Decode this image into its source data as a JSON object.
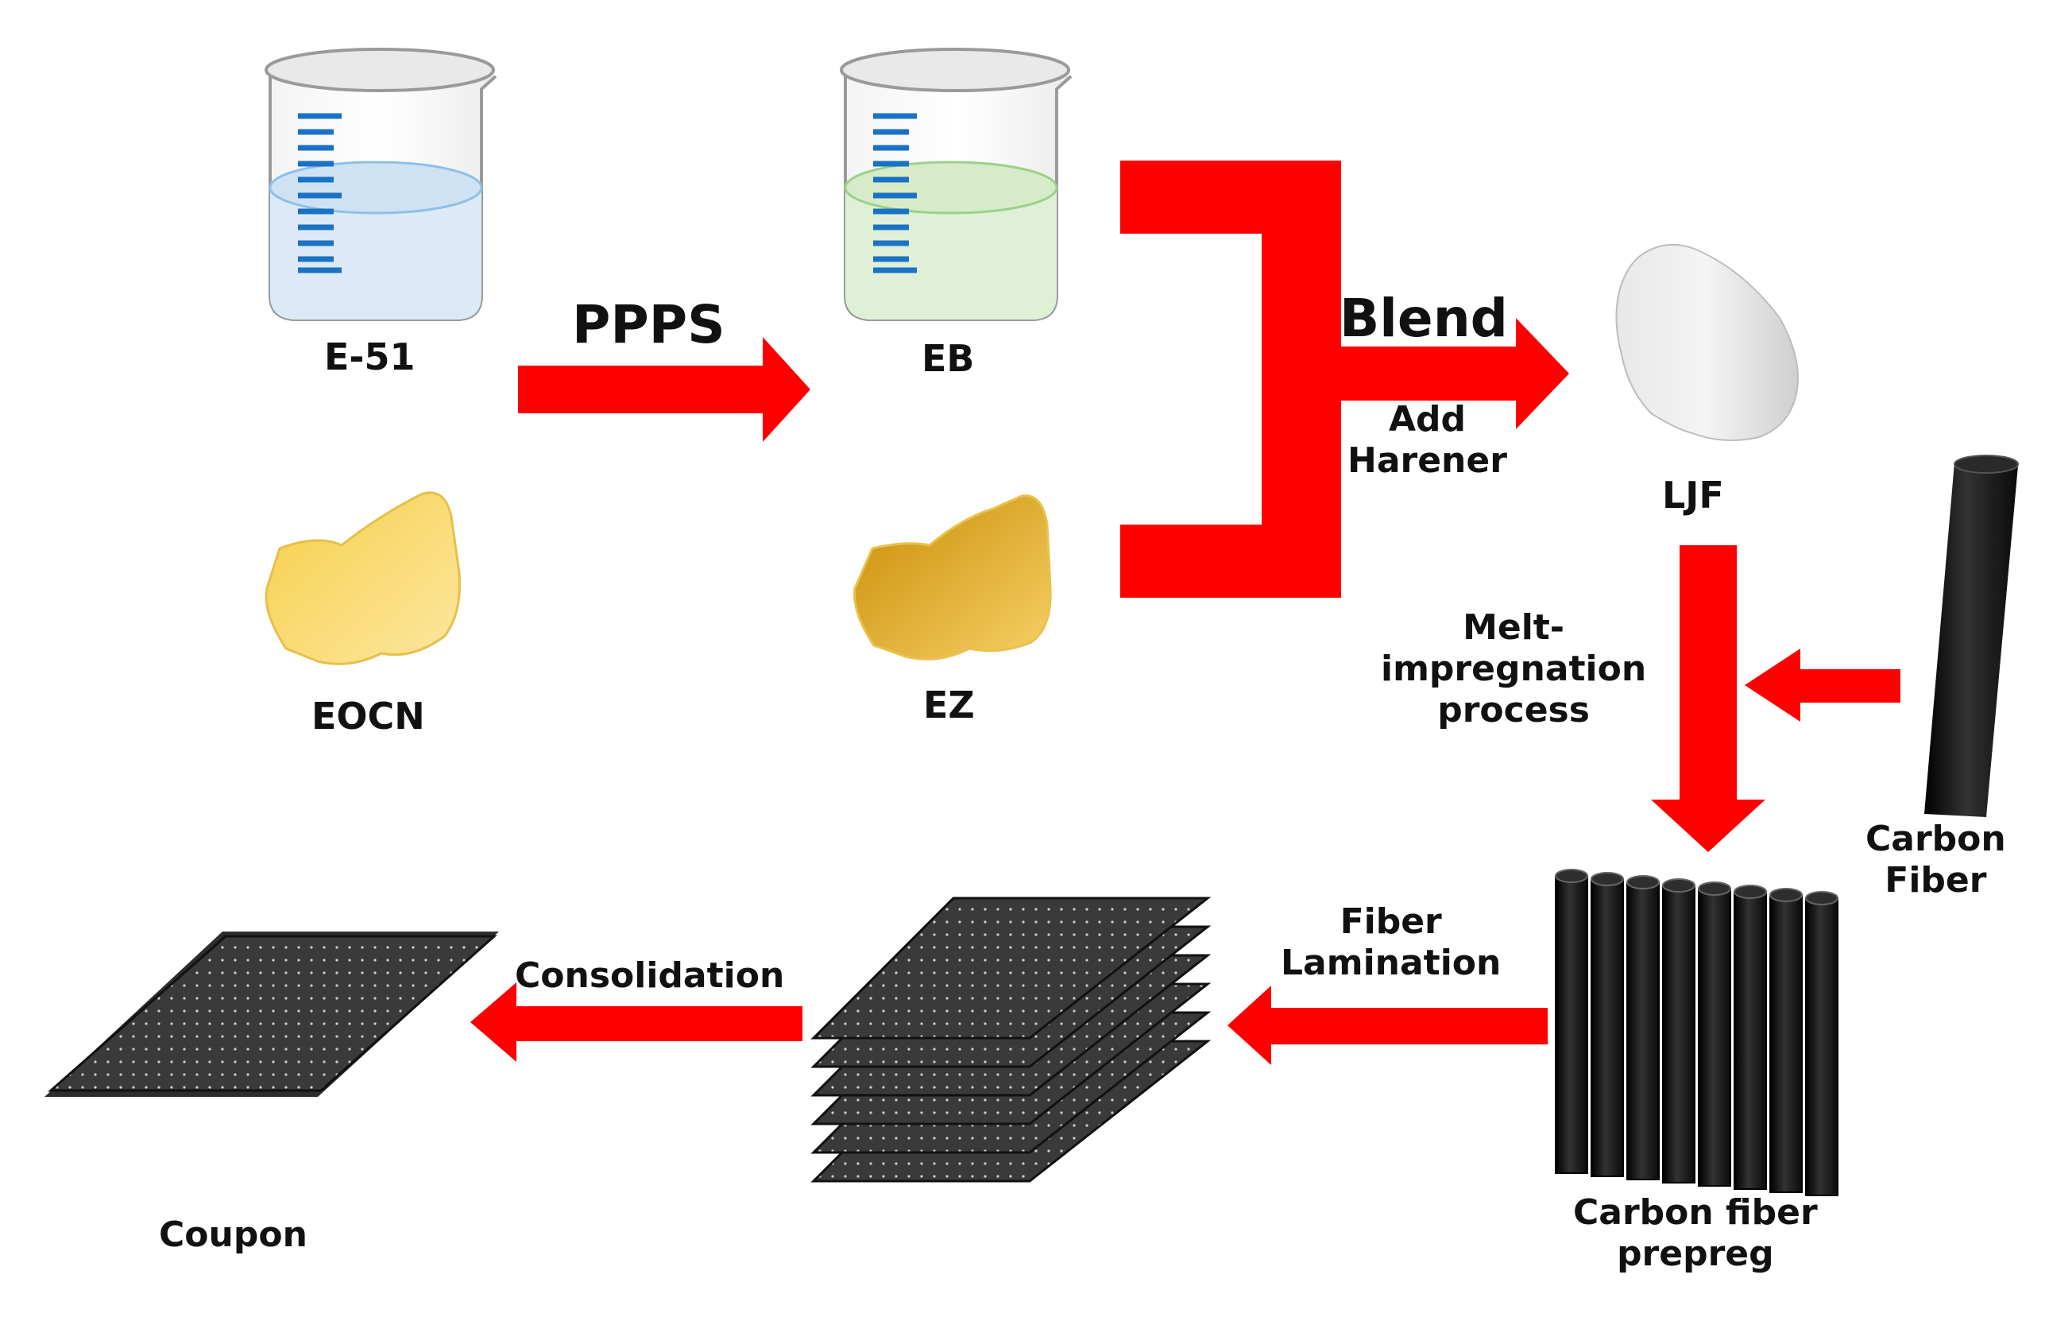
{
  "labels": {
    "e51": "E-51",
    "eb": "EB",
    "eocn": "EOCN",
    "ez": "EZ",
    "ppps": "PPPS",
    "blend": "Blend",
    "add_hardener": "Add\nHarener",
    "ljf": "LJF",
    "melt": "Melt-\nimpregnation\nprocess",
    "carbon_fiber": "Carbon\nFiber",
    "prepreg": "Carbon fiber\nprepreg",
    "fiber_lamination": "Fiber\nLamination",
    "consolidation": "Consolidation",
    "coupon": "Coupon"
  },
  "colors": {
    "arrow": "#ff0000",
    "liquid_e51": "#dbeaf6",
    "liquid_eb": "#dff0d6",
    "scale": "#1a72c4",
    "eocn": "#f7d35a",
    "ez": "#d9a010",
    "ljf": "#d4d4d4",
    "fiber": "#1c1c1c",
    "sheet": "#3c3c3c"
  }
}
